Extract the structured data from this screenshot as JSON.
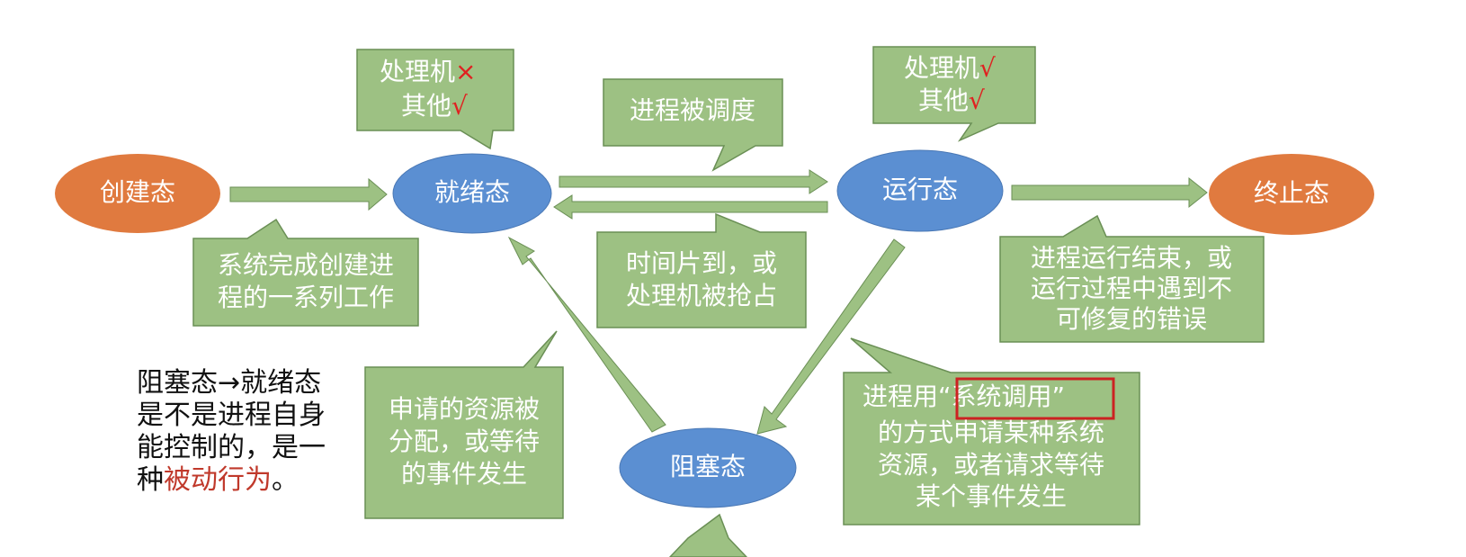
{
  "colors": {
    "orange": "#e07a3f",
    "blue": "#5b8fd2",
    "green": "#9dc183",
    "green_border": "#6a8f55",
    "arrow": "#9dc183",
    "red_mark": "#e02020",
    "highlight_box": "#cc2222",
    "passive_text": "#c0392b"
  },
  "nodes": {
    "create": "创建态",
    "ready": "就绪态",
    "running": "运行态",
    "terminated": "终止态",
    "blocked": "阻塞态"
  },
  "callouts": {
    "ready_resources": {
      "line1": "处理机",
      "mark1": "×",
      "line2": "其他",
      "mark2": "√"
    },
    "running_resources": {
      "line1": "处理机",
      "mark1": "√",
      "line2": "其他",
      "mark2": "√"
    },
    "scheduled": "进程被调度",
    "create_done": [
      "系统完成创建进",
      "程的一系列工作"
    ],
    "timeslice": [
      "时间片到，或",
      "处理机被抢占"
    ],
    "run_end": [
      "进程运行结束，或",
      "运行过程中遇到不",
      "可修复的错误"
    ],
    "resource_granted": [
      "申请的资源被",
      "分配，或等待",
      "的事件发生"
    ],
    "syscall": {
      "line1_prefix": "进程用",
      "line1_highlight": "“系统调用”",
      "line2": "的方式申请某种系统",
      "line3": "资源，或者请求等待",
      "line4": "某个事件发生"
    }
  },
  "side_note": {
    "line1": "阻塞态→就绪态",
    "line2": "是不是进程自身",
    "line3": "能控制的，是一",
    "line4_prefix": "种",
    "line4_highlight": "被动行为",
    "line4_suffix": "。"
  }
}
